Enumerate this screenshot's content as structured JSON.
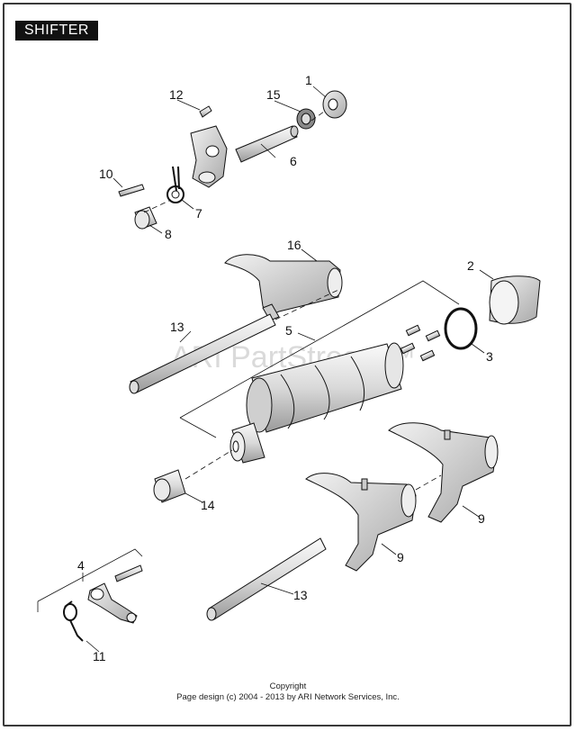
{
  "title": "SHIFTER",
  "watermark": "ARI PartStream™",
  "footer": {
    "line1": "Copyright",
    "line2": "Page design (c) 2004 - 2013 by ARI Network Services, Inc."
  },
  "callouts": [
    "1",
    "2",
    "3",
    "4",
    "5",
    "6",
    "7",
    "8",
    "9",
    "9",
    "10",
    "11",
    "12",
    "13",
    "13",
    "14",
    "15",
    "16"
  ]
}
